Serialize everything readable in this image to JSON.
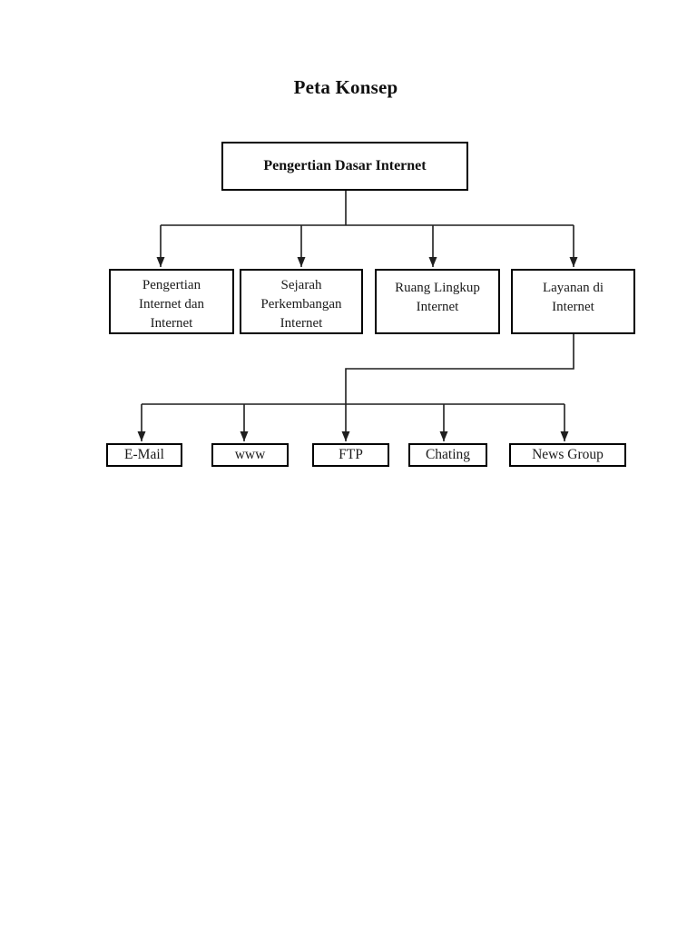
{
  "title": "Peta Konsep",
  "diagram": {
    "type": "concept-map",
    "root": {
      "label": "Pengertian Dasar Internet"
    },
    "level2": [
      {
        "label": "Pengertian Internet dan Internet",
        "lines": [
          "Pengertian",
          "Internet dan",
          "Internet"
        ]
      },
      {
        "label": "Sejarah Perkembangan Internet",
        "lines": [
          "Sejarah",
          "Perkembangan",
          "Internet"
        ]
      },
      {
        "label": "Ruang Lingkup Internet",
        "lines": [
          "Ruang Lingkup",
          "Internet"
        ]
      },
      {
        "label": "Layanan di Internet",
        "lines": [
          "Layanan di",
          "Internet"
        ]
      }
    ],
    "level3": [
      {
        "label": "E-Mail"
      },
      {
        "label": "www"
      },
      {
        "label": "FTP"
      },
      {
        "label": "Chating"
      },
      {
        "label": "News Group"
      }
    ],
    "edges": [
      {
        "from": "Pengertian Dasar Internet",
        "to": "Pengertian Internet dan Internet"
      },
      {
        "from": "Pengertian Dasar Internet",
        "to": "Sejarah Perkembangan Internet"
      },
      {
        "from": "Pengertian Dasar Internet",
        "to": "Ruang Lingkup Internet"
      },
      {
        "from": "Pengertian Dasar Internet",
        "to": "Layanan di Internet"
      },
      {
        "from": "Layanan di Internet",
        "to": "E-Mail"
      },
      {
        "from": "Layanan di Internet",
        "to": "www"
      },
      {
        "from": "Layanan di Internet",
        "to": "FTP"
      },
      {
        "from": "Layanan di Internet",
        "to": "Chating"
      },
      {
        "from": "Layanan di Internet",
        "to": "News Group"
      }
    ]
  },
  "colors": {
    "background": "#ffffff",
    "box_border": "#000000",
    "line": "#1f1f1f",
    "text": "#1a1a1a"
  }
}
